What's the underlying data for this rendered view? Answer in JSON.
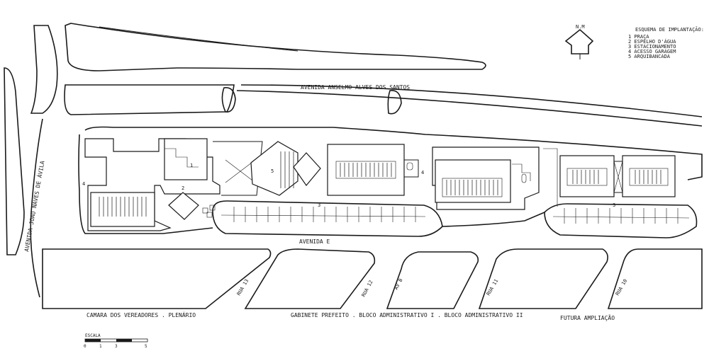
{
  "streets": {
    "av_anselmo": "AVENIDA ANSELMO ALVES DOS SANTOS",
    "av_joao_naves": "AVENIDA JOAO NAVES DE ÁVILA",
    "av_e": "AVENIDA E",
    "rua_13": "RUA 13",
    "rua_12": "RUA 12",
    "av_b": "AV B",
    "rua_11": "RUA 11",
    "rua_10": "RUA 10"
  },
  "north": {
    "label": "N.M"
  },
  "legend": {
    "title": "ESQUEMA DE IMPLANTAÇÃO:",
    "items": [
      "1 PRAÇA",
      "2 ESPELHO D'ÁGUA",
      "3 ESTACIONAMENTO",
      "4 ACESSO GARAGEM",
      "5 ARQUIBANCADA"
    ]
  },
  "markers": {
    "m1": "1",
    "m2": "2",
    "m3": "3",
    "m4": "4",
    "m5": "5"
  },
  "captions": {
    "camara": "CAMARA DOS VEREADORES . PLENÁRIO",
    "gabinete": "GABINETE PREFEITO . BLOCO ADMINISTRATIVO I . BLOCO ADMINISTRATIVO II",
    "futura": "FUTURA AMPLIAÇÃO"
  },
  "scale": {
    "label": "ESCALA",
    "ticks": [
      "0",
      "1",
      "3",
      "5"
    ]
  }
}
